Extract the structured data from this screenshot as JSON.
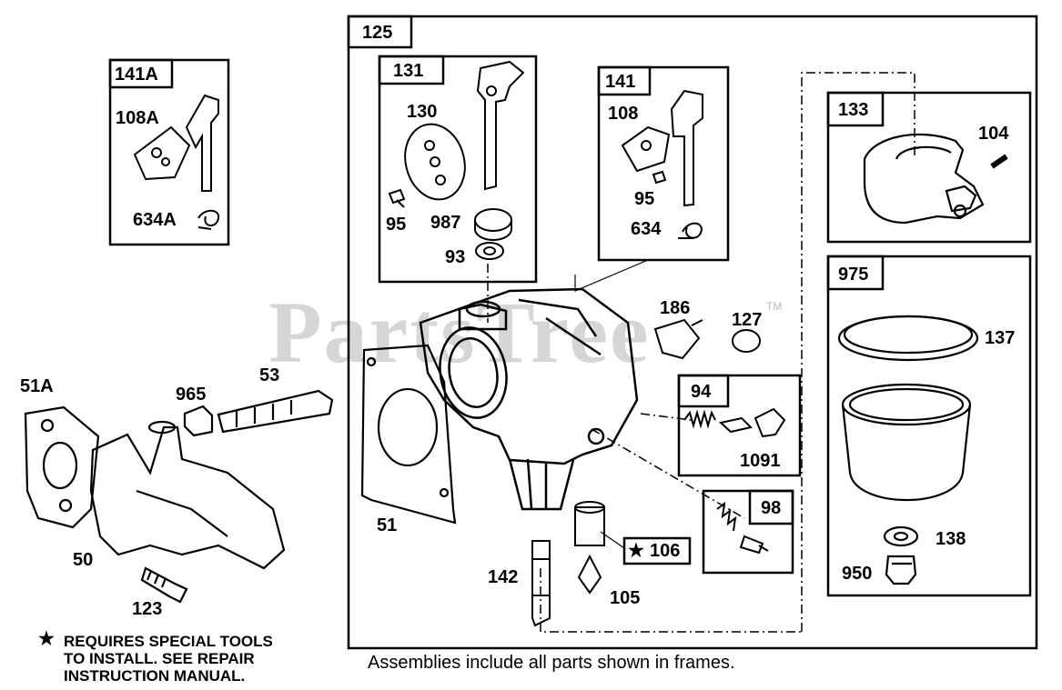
{
  "watermark": {
    "text": "PartsTree",
    "trademark": "TM"
  },
  "frames": {
    "f125": "125",
    "f131": "131",
    "f141": "141",
    "f141A": "141A",
    "f133": "133",
    "f975": "975",
    "f94": "94",
    "f98": "98"
  },
  "parts": {
    "p141A_108A": "108A",
    "p141A_634A": "634A",
    "p130": "130",
    "p95a": "95",
    "p987": "987",
    "p93": "93",
    "p108": "108",
    "p95b": "95",
    "p634": "634",
    "p104": "104",
    "p186": "186",
    "p127": "127",
    "p137": "137",
    "p138": "138",
    "p950": "950",
    "p1091": "1091",
    "p51A": "51A",
    "p965": "965",
    "p53": "53",
    "p50": "50",
    "p123": "123",
    "p51": "51",
    "p142": "142",
    "p105": "105",
    "p106": "106"
  },
  "special_mark": "★",
  "note": {
    "star": "★",
    "line1": "REQUIRES SPECIAL TOOLS",
    "line2": "TO INSTALL.  SEE REPAIR",
    "line3": "INSTRUCTION MANUAL."
  },
  "footer": "Assemblies include all parts shown in frames."
}
